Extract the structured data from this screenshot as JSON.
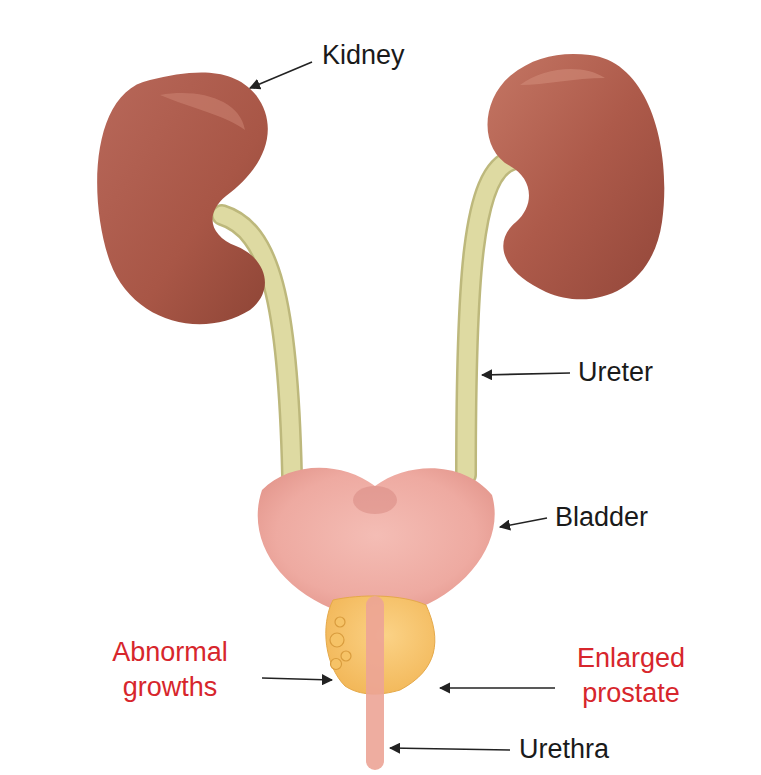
{
  "diagram": {
    "labels": [
      "Kidney",
      "Ureter",
      "Bladder",
      "Abnormal growths",
      "Enlarged prostate",
      "Urethra"
    ]
  }
}
